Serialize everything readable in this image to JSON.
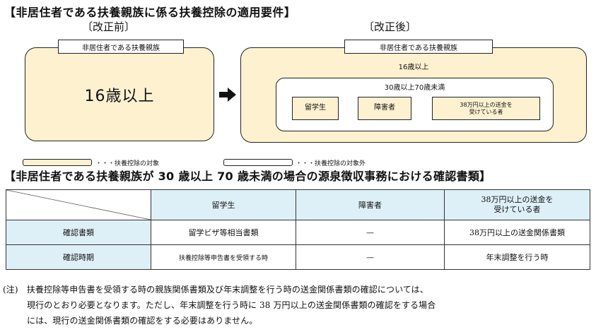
{
  "title_top": "【非居住者である扶養親族に係る扶養控除の適用要件】",
  "before": {
    "label": "〔改正前〕",
    "tag": "非居住者である扶養親族",
    "age": "16歳以上"
  },
  "after": {
    "label": "〔改正後〕",
    "tag": "非居住者である扶養親族",
    "age": "16歳以上",
    "inner_age": "30歳以上70歳未満",
    "categories": [
      "留学生",
      "障害者",
      "38万円以上の送金を\n受けている者"
    ]
  },
  "arrow_icon": "right-arrow-icon",
  "legend": {
    "covered": "・・・扶養控除の対象",
    "not_covered": "・・・扶養控除の対象外",
    "covered_color": "#fdf1d0",
    "not_covered_color": "#ffffff"
  },
  "title_table": "【非居住者である扶養親族が 30 歳以上 70 歳未満の場合の源泉徴収事務における確認書類】",
  "table": {
    "headers": [
      "",
      "留学生",
      "障害者",
      "38万円以上の送金を\n受けている者"
    ],
    "rows": [
      {
        "label": "確認書類",
        "cells": [
          "留学ビザ等相当書類",
          "—",
          "38万円以上の送金関係書類"
        ]
      },
      {
        "label": "確認時期",
        "cells": [
          "扶養控除等申告書を受領する時",
          "—",
          "年末調整を行う時"
        ]
      }
    ],
    "header_color": "#def0f7"
  },
  "note": {
    "line1": "(注)　扶養控除等申告書を受領する時の親族関係書類及び年末調整を行う時の送金関係書類の確認については、",
    "line2": "現行のとおり必要となります。ただし、年末調整を行う時に 38 万円以上の送金関係書類の確認をする場合",
    "line3": "には、現行の送金関係書類の確認をする必要はありません。"
  }
}
